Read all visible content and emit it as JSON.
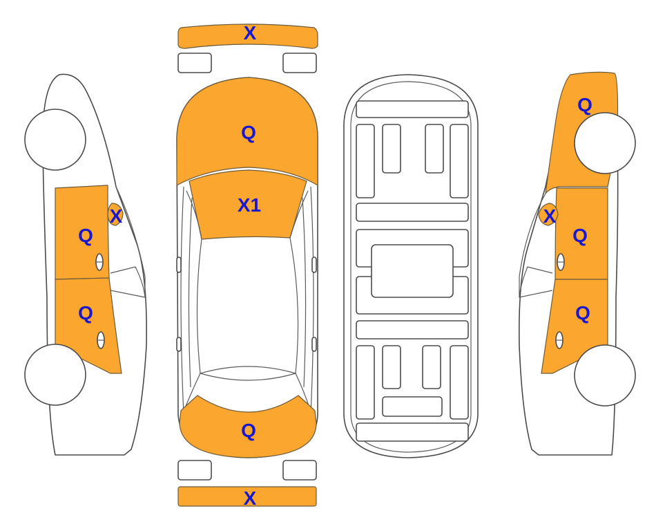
{
  "colors": {
    "damaged_fill": "#FBA72F",
    "label_color": "#1A18CC",
    "outline": "#4a4a4a"
  },
  "labels": {
    "front_bumper": "X",
    "rear_bumper": "X",
    "hood": "Q",
    "windshield": "X1",
    "trunk": "Q",
    "left_mirror": "X",
    "left_front_door": "Q",
    "left_rear_door": "Q",
    "right_front_fender": "Q",
    "right_mirror": "X",
    "right_front_door": "Q",
    "right_rear_door": "Q"
  }
}
